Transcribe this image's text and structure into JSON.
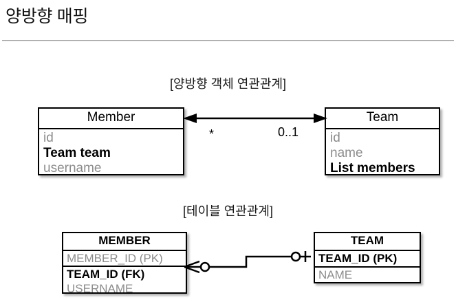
{
  "slide": {
    "title": "양방향 매핑"
  },
  "object_model": {
    "caption": "[양방향 객체 연관관계]",
    "left_class": {
      "name": "Member",
      "attributes": [
        {
          "text": "id",
          "emphasis": "muted"
        },
        {
          "text": "Team team",
          "emphasis": "strong"
        },
        {
          "text": "username",
          "emphasis": "muted"
        }
      ]
    },
    "right_class": {
      "name": "Team",
      "attributes": [
        {
          "text": "id",
          "emphasis": "muted"
        },
        {
          "text": "name",
          "emphasis": "muted"
        },
        {
          "text": "List members",
          "emphasis": "strong"
        }
      ]
    },
    "association": {
      "type": "bidirectional-arrow",
      "left_multiplicity": "*",
      "right_multiplicity": "0..1"
    }
  },
  "table_model": {
    "caption": "[테이블 연관관계]",
    "left_table": {
      "name": "MEMBER",
      "primary_key": {
        "text": "MEMBER_ID (PK)",
        "emphasis": "muted"
      },
      "columns": [
        {
          "text": "TEAM_ID (FK)",
          "emphasis": "strong"
        },
        {
          "text": "USERNAME",
          "emphasis": "muted"
        }
      ]
    },
    "right_table": {
      "name": "TEAM",
      "primary_key": {
        "text": "TEAM_ID (PK)",
        "emphasis": "strong"
      },
      "columns": [
        {
          "text": "NAME",
          "emphasis": "muted"
        }
      ]
    },
    "relationship": {
      "type": "crows-foot",
      "left_end": "zero-or-many",
      "right_end": "zero-or-one"
    }
  },
  "colors": {
    "background": "#ffffff",
    "stroke": "#000000",
    "muted_text": "#8c8c8c",
    "rule": "#9a9a9a"
  }
}
